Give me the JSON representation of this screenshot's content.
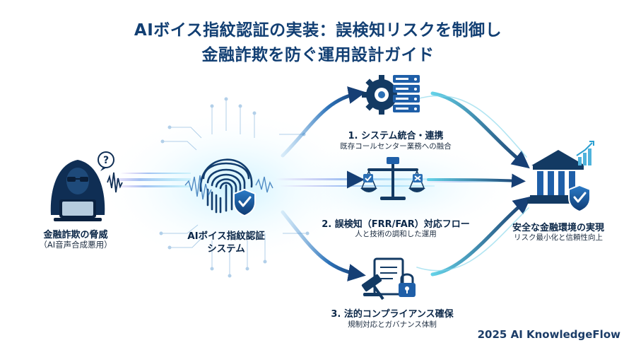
{
  "title": {
    "line1": "AIボイス指紋認証の実装：誤検知リスクを制御し",
    "line2": "金融詐欺を防ぐ運用設計ガイド"
  },
  "threat": {
    "label": "金融詐欺の脅威",
    "sub": "（AI音声合成悪用）",
    "icon": "hacker-icon"
  },
  "center": {
    "label_line1": "AIボイス指紋認証",
    "label_line2": "システム",
    "icon": "fingerprint-shield-icon"
  },
  "steps": [
    {
      "label": "1. システム統合・連携",
      "sub": "既存コールセンター業務への融合",
      "icon": "gear-server-icon"
    },
    {
      "label": "2. 誤検知（FRR/FAR）対応フロー",
      "sub": "人と技術の調和した運用",
      "icon": "balance-scale-icon"
    },
    {
      "label": "3. 法的コンプライアンス確保",
      "sub": "規制対応とガバナンス体制",
      "icon": "gavel-lock-icon"
    }
  ],
  "result": {
    "label": "安全な金融環境の実現",
    "sub": "リスク最小化と信頼性向上",
    "icon": "bank-shield-icon"
  },
  "footer": {
    "credit": "2025 AI KnowledgeFlow"
  },
  "colors": {
    "navy": "#133a63",
    "blue": "#1f5fa8",
    "cyan": "#4fc3e8",
    "purple": "#9b7be0"
  }
}
